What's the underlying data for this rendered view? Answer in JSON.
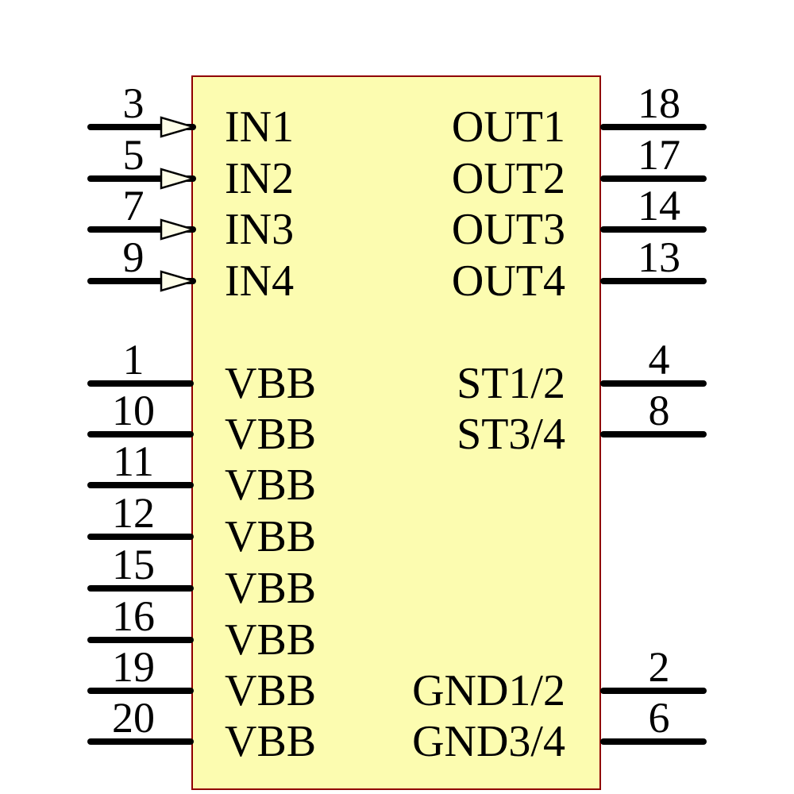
{
  "diagram": {
    "kind": "ic-schematic-symbol",
    "colors": {
      "body_fill": "#FCFCB0",
      "body_border": "#900000",
      "wire_color": "#000000",
      "arrow_fill": "#FDFDE8",
      "text_color": "#000000",
      "background": "#FFFFFF"
    }
  },
  "pins": {
    "left": [
      {
        "number": "3",
        "label": "IN1",
        "type": "input"
      },
      {
        "number": "5",
        "label": "IN2",
        "type": "input"
      },
      {
        "number": "7",
        "label": "IN3",
        "type": "input"
      },
      {
        "number": "9",
        "label": "IN4",
        "type": "input"
      },
      {
        "number": "1",
        "label": "VBB",
        "type": "power"
      },
      {
        "number": "10",
        "label": "VBB",
        "type": "power"
      },
      {
        "number": "11",
        "label": "VBB",
        "type": "power"
      },
      {
        "number": "12",
        "label": "VBB",
        "type": "power"
      },
      {
        "number": "15",
        "label": "VBB",
        "type": "power"
      },
      {
        "number": "16",
        "label": "VBB",
        "type": "power"
      },
      {
        "number": "19",
        "label": "VBB",
        "type": "power"
      },
      {
        "number": "20",
        "label": "VBB",
        "type": "power"
      }
    ],
    "right": [
      {
        "number": "18",
        "label": "OUT1",
        "type": "output"
      },
      {
        "number": "17",
        "label": "OUT2",
        "type": "output"
      },
      {
        "number": "14",
        "label": "OUT3",
        "type": "output"
      },
      {
        "number": "13",
        "label": "OUT4",
        "type": "output"
      },
      {
        "number": "4",
        "label": "ST1/2",
        "type": "output"
      },
      {
        "number": "8",
        "label": "ST3/4",
        "type": "output"
      },
      {
        "number": "2",
        "label": "GND1/2",
        "type": "ground"
      },
      {
        "number": "6",
        "label": "GND3/4",
        "type": "ground"
      }
    ]
  }
}
